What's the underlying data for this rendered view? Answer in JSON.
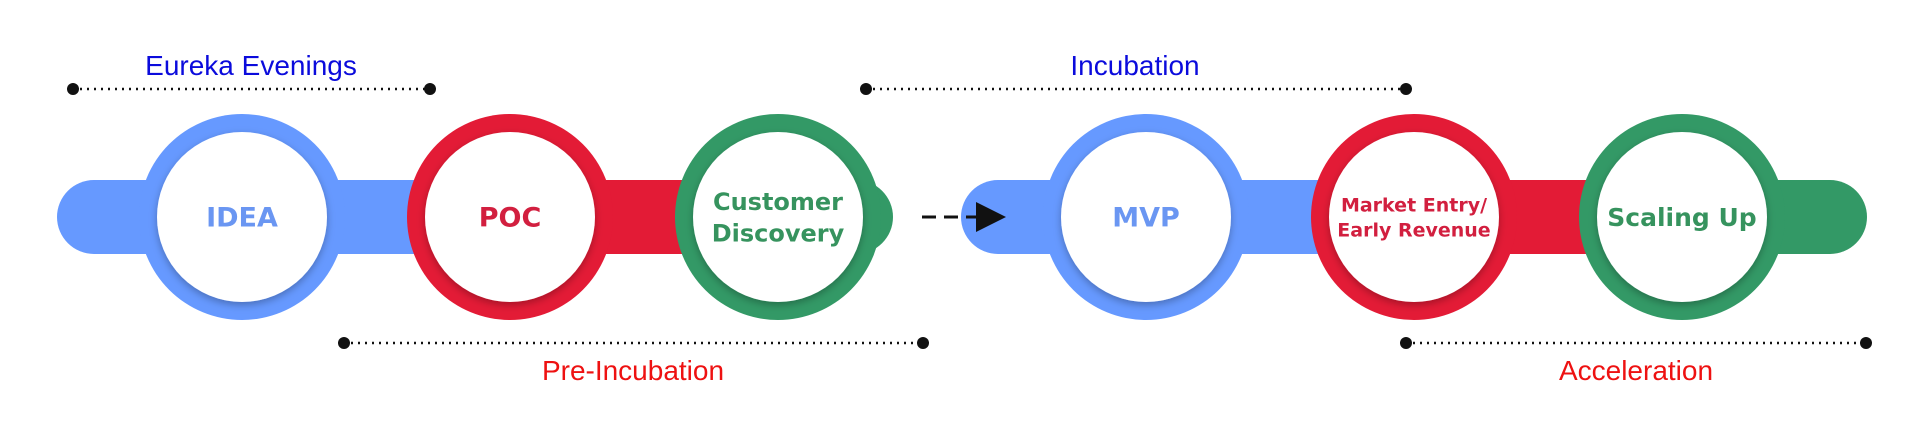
{
  "colors": {
    "blue": "#6699ff",
    "red": "#e31b36",
    "green": "#339966",
    "range_blue": "#0b0bdc",
    "range_red": "#ee1111",
    "text_blue": "#6a96f2",
    "text_red": "#d21f3f",
    "text_green": "#36935e"
  },
  "groups": [
    {
      "stages": [
        {
          "label_lines": [
            "IDEA"
          ],
          "color": "blue"
        },
        {
          "label_lines": [
            "POC"
          ],
          "color": "red"
        },
        {
          "label_lines": [
            "Customer",
            "Discovery"
          ],
          "color": "green"
        }
      ]
    },
    {
      "stages": [
        {
          "label_lines": [
            "MVP"
          ],
          "color": "blue"
        },
        {
          "label_lines": [
            "Market Entry/",
            "Early Revenue"
          ],
          "color": "red"
        },
        {
          "label_lines": [
            "Scaling Up"
          ],
          "color": "green"
        }
      ]
    }
  ],
  "ranges": {
    "eureka": {
      "label": "Eureka Evenings",
      "color": "range_blue"
    },
    "pre_incubation": {
      "label": "Pre-Incubation",
      "color": "range_red"
    },
    "incubation": {
      "label": "Incubation",
      "color": "range_blue"
    },
    "acceleration": {
      "label": "Acceleration",
      "color": "range_red"
    }
  }
}
